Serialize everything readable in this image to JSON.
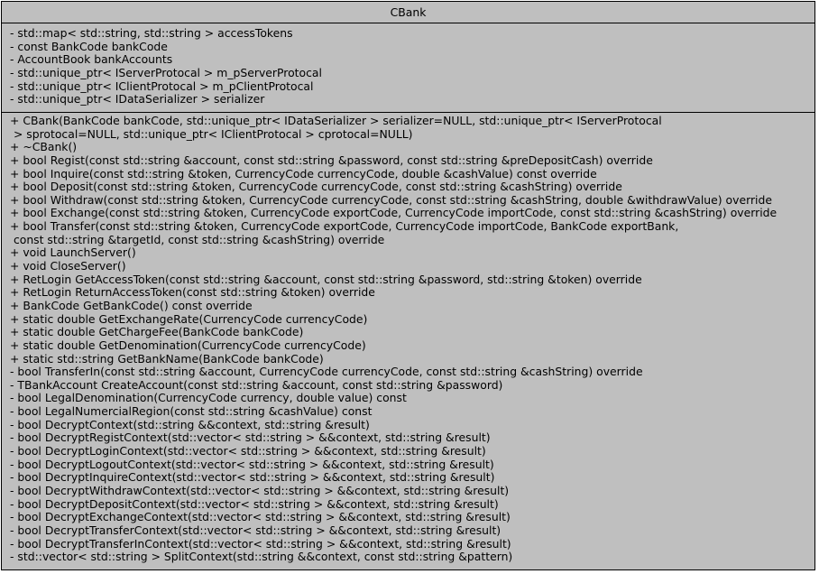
{
  "class_name": "CBank",
  "attributes": [
    "- std::map< std::string, std::string > accessTokens",
    "- const BankCode bankCode",
    "- AccountBook bankAccounts",
    "- std::unique_ptr< IServerProtocal > m_pServerProtocal",
    "- std::unique_ptr< IClientProtocal > m_pClientProtocal",
    "- std::unique_ptr< IDataSerializer > serializer"
  ],
  "methods": [
    "+ CBank(BankCode bankCode, std::unique_ptr< IDataSerializer > serializer=NULL, std::unique_ptr< IServerProtocal",
    " > sprotocal=NULL, std::unique_ptr< IClientProtocal > cprotocal=NULL)",
    "+ ~CBank()",
    "+ bool Regist(const std::string &account, const std::string &password, const std::string &preDepositCash) override",
    "+ bool Inquire(const std::string &token, CurrencyCode currencyCode, double &cashValue) const override",
    "+ bool Deposit(const std::string &token, CurrencyCode currencyCode, const std::string &cashString) override",
    "+ bool Withdraw(const std::string &token, CurrencyCode currencyCode, const std::string &cashString, double &withdrawValue) override",
    "+ bool Exchange(const std::string &token, CurrencyCode exportCode, CurrencyCode importCode, const std::string &cashString) override",
    "+ bool Transfer(const std::string &token, CurrencyCode exportCode, CurrencyCode importCode, BankCode exportBank,",
    " const std::string &targetId, const std::string &cashString) override",
    "+ void LaunchServer()",
    "+ void CloseServer()",
    "+ RetLogin GetAccessToken(const std::string &account, const std::string &password, std::string &token) override",
    "+ RetLogin ReturnAccessToken(const std::string &token) override",
    "+ BankCode GetBankCode() const override",
    "+ static double GetExchangeRate(CurrencyCode currencyCode)",
    "+ static double GetChargeFee(BankCode bankCode)",
    "+ static double GetDenomination(CurrencyCode currencyCode)",
    "+ static std::string GetBankName(BankCode bankCode)",
    "- bool TransferIn(const std::string &account, CurrencyCode currencyCode, const std::string &cashString) override",
    "- TBankAccount CreateAccount(const std::string &account, const std::string &password)",
    "- bool LegalDenomination(CurrencyCode currency, double value) const",
    "- bool LegalNumercialRegion(const std::string &cashValue) const",
    "- bool DecryptContext(std::string &&context, std::string &result)",
    "- bool DecryptRegistContext(std::vector< std::string > &&context, std::string &result)",
    "- bool DecryptLoginContext(std::vector< std::string > &&context, std::string &result)",
    "- bool DecryptLogoutContext(std::vector< std::string > &&context, std::string &result)",
    "- bool DecryptInquireContext(std::vector< std::string > &&context, std::string &result)",
    "- bool DecryptWithdrawContext(std::vector< std::string > &&context, std::string &result)",
    "- bool DecryptDepositContext(std::vector< std::string > &&context, std::string &result)",
    "- bool DecryptExchangeContext(std::vector< std::string > &&context, std::string &result)",
    "- bool DecryptTransferContext(std::vector< std::string > &&context, std::string &result)",
    "- bool DecryptTransferInContext(std::vector< std::string > &&context, std::string &result)",
    "- std::vector< std::string > SplitContext(std::string &&context, const std::string &pattern)"
  ]
}
